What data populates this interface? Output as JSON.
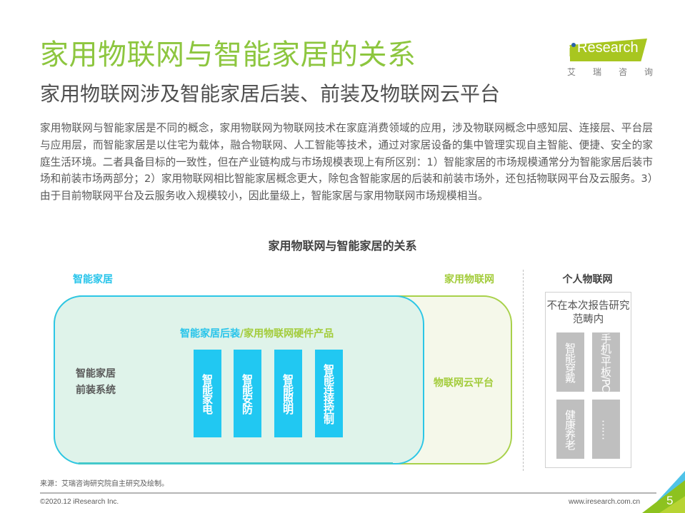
{
  "header": {
    "title": "家用物联网与智能家居的关系",
    "subtitle": "家用物联网涉及智能家居后装、前装及物联网云平台"
  },
  "logo": {
    "brand_i": "i",
    "brand_text": "Research",
    "cn_chars": [
      "艾",
      "瑞",
      "咨",
      "询"
    ],
    "colors": {
      "green": "#a8c620",
      "dot_blue": "#2a62a8"
    }
  },
  "body": {
    "paragraph": "家用物联网与智能家居是不同的概念，家用物联网为物联网技术在家庭消费领域的应用，涉及物联网概念中感知层、连接层、平台层与应用层，而智能家居是以住宅为载体，融合物联网、人工智能等技术，通过对家居设备的集中管理实现自主智能、便捷、安全的家庭生活环境。二者具备目标的一致性，但在产业链构成与市场规模表现上有所区别：1）智能家居的市场规模通常分为智能家居后装市场和前装市场两部分；2）家用物联网相比智能家居概念更大，除包含智能家居的后装和前装市场外，还包括物联网平台及云服务。3）由于目前物联网平台及云服务收入规模较小，因此量级上，智能家居与家用物联网市场规模相当。"
  },
  "diagram": {
    "title": "家用物联网与智能家居的关系",
    "smart_home_label": "智能家居",
    "home_iot_label": "家用物联网",
    "personal_iot_label": "个人物联网",
    "aftermarket_heading_part1": "智能家居后装",
    "aftermarket_heading_part2": "/家用物联网硬件产品",
    "front_system_line1": "智能家居",
    "front_system_line2": "前装系统",
    "products": [
      {
        "label": "智能家电"
      },
      {
        "label": "智能安防"
      },
      {
        "label": "智能照明"
      },
      {
        "label": "智能连接控制"
      }
    ],
    "cloud_platform_label": "物联网云平台",
    "out_of_scope_note": "不在本次报告研究范畴内",
    "personal_items": [
      {
        "label": "智能穿戴"
      },
      {
        "label": "手机/平板/PC"
      },
      {
        "label": "健康养老"
      },
      {
        "label": "……"
      }
    ],
    "colors": {
      "smart_home_blue": "#27c4ea",
      "home_iot_green": "#a3cc3b",
      "product_bar": "#21c8f2",
      "personal_tile": "#bfbfbf",
      "smart_home_fill": "#dff3ea",
      "home_iot_fill": "#f5f8ea"
    }
  },
  "footer": {
    "source": "来源：艾瑞咨询研究院自主研究及绘制。",
    "copyright": "©2020.12 iResearch Inc.",
    "website": "www.iresearch.com.cn",
    "page_number": "5"
  }
}
